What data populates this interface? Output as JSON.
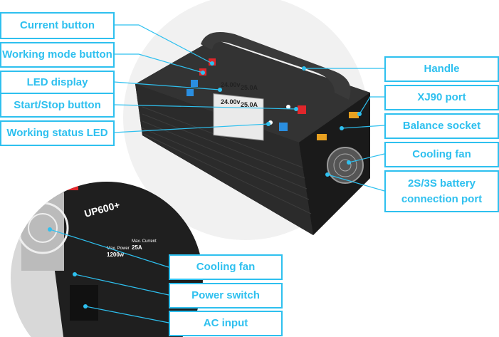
{
  "labels_left": [
    "Current button",
    "Working mode button",
    "LED display",
    "Start/Stop button",
    "Working status LED"
  ],
  "labels_right": [
    "Handle",
    "XJ90 port",
    "Balance socket",
    "Cooling fan",
    "2S/3S battery connection port"
  ],
  "labels_bottom": [
    "Cooling fan",
    "Power switch",
    "AC input"
  ],
  "device": {
    "model": "UP600+",
    "lcd_lines": [
      "24.00v",
      "25.0A",
      "24.00v",
      "25.0A"
    ],
    "spec_power_label": "Max. Power",
    "spec_power": "1200w",
    "spec_current_label": "Max. Current",
    "spec_current": "25A"
  },
  "colors": {
    "accent": "#2ec0ef",
    "device": "#1e1e1e",
    "button_red": "#e0262b",
    "button_blue": "#2a8ee0"
  }
}
